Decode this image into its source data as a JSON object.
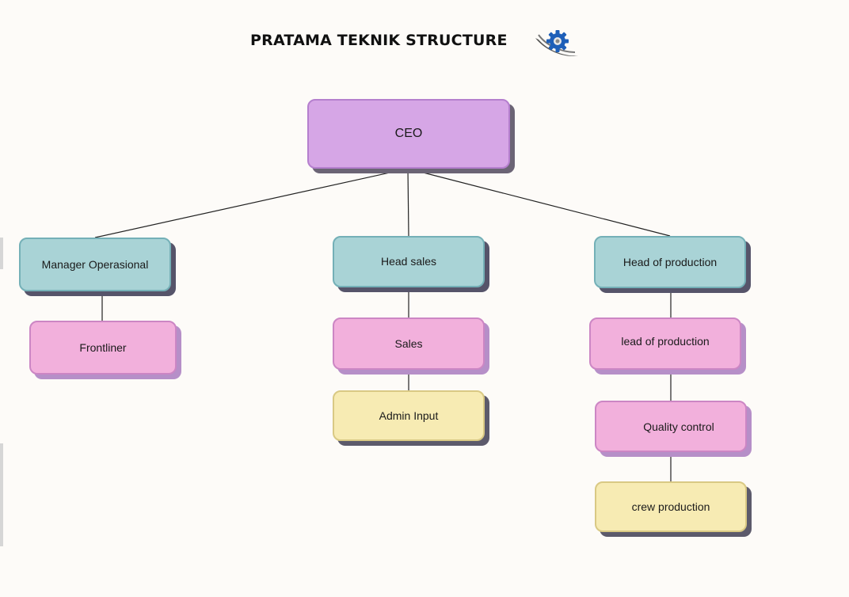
{
  "title": "PRATAMA TEKNIK STRUCTURE",
  "logo_icon": "gear-with-arc-icon",
  "colors": {
    "purple": "#d6a6e6",
    "teal": "#a9d3d6",
    "pink": "#f2b0dc",
    "yellow": "#f7ebb3",
    "logo_blue": "#1e5fb8",
    "logo_gray": "#555555"
  },
  "nodes": {
    "ceo": "CEO",
    "manager_operasional": "Manager Operasional",
    "head_sales": "Head sales",
    "head_of_production": "Head of production",
    "frontliner": "Frontliner",
    "sales": "Sales",
    "admin_input": "Admin Input",
    "lead_of_production": "lead of production",
    "quality_control": "Quality control",
    "crew_production": "crew production"
  },
  "links": [
    [
      "ceo",
      "manager_operasional"
    ],
    [
      "ceo",
      "head_sales"
    ],
    [
      "ceo",
      "head_of_production"
    ],
    [
      "manager_operasional",
      "frontliner"
    ],
    [
      "head_sales",
      "sales"
    ],
    [
      "sales",
      "admin_input"
    ],
    [
      "head_of_production",
      "lead_of_production"
    ],
    [
      "lead_of_production",
      "quality_control"
    ],
    [
      "quality_control",
      "crew_production"
    ]
  ]
}
